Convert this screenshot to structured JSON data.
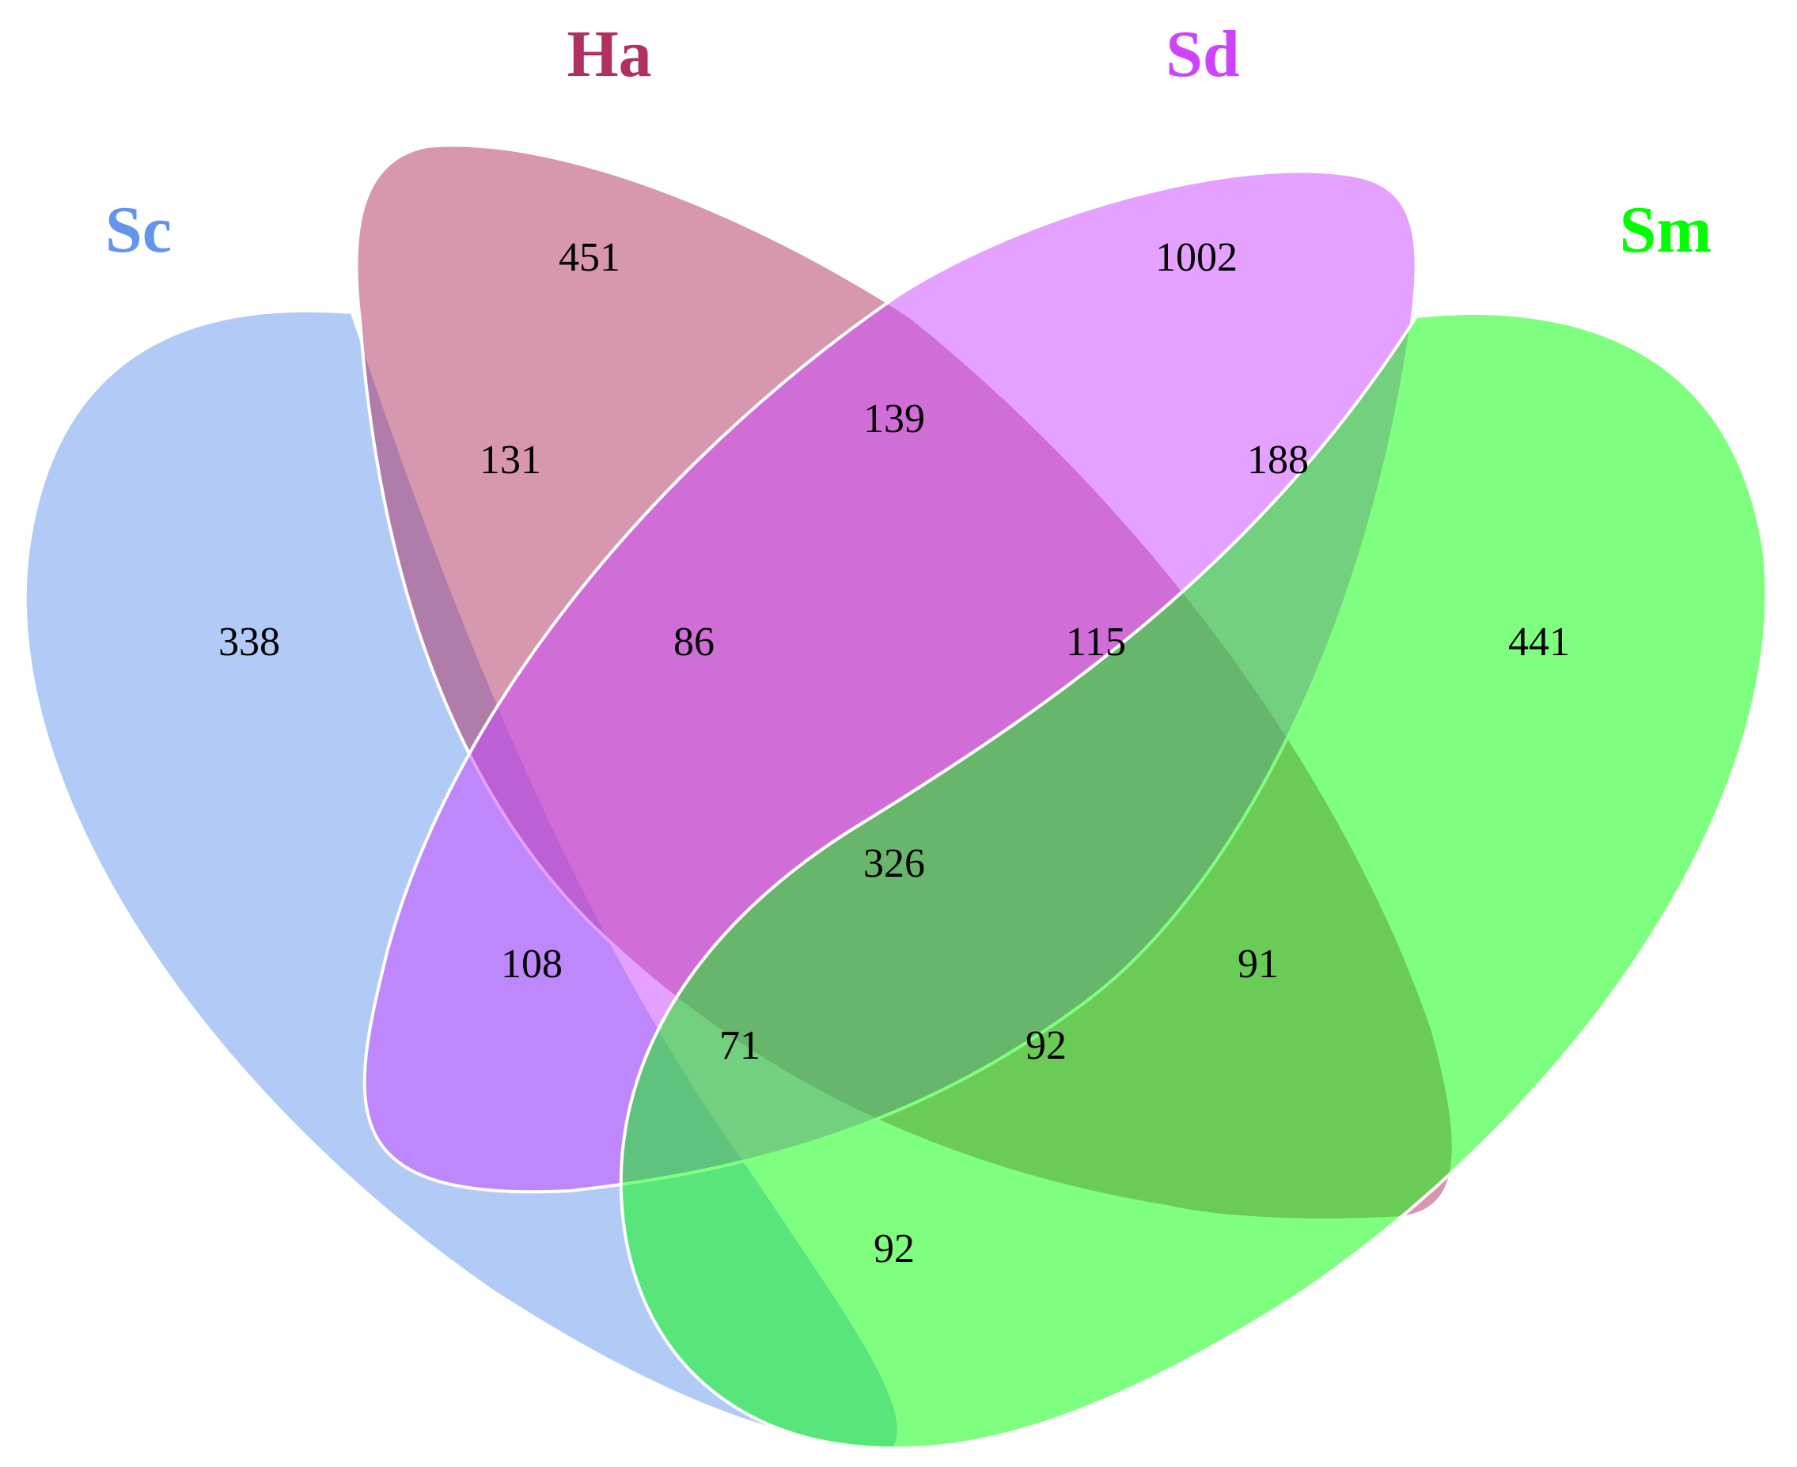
{
  "sets": [
    {
      "key": "sc",
      "name": "Sc",
      "color": "#6495ED"
    },
    {
      "key": "ha",
      "name": "Ha",
      "color": "#B03060"
    },
    {
      "key": "sd",
      "name": "Sd",
      "color": "#CC44FF"
    },
    {
      "key": "sm",
      "name": "Sm",
      "color": "#00FF00"
    }
  ],
  "counts": {
    "sc_only": "338",
    "ha_only": "451",
    "sd_only": "1002",
    "sm_only": "441",
    "sc_ha": "131",
    "ha_sd": "139",
    "sd_sm": "188",
    "sc_sd": "108",
    "ha_sm": "91",
    "sc_sm": "92",
    "sc_ha_sd": "86",
    "ha_sd_sm": "115",
    "sc_sd_sm": "71",
    "sc_ha_sm": "92",
    "all": "326"
  }
}
